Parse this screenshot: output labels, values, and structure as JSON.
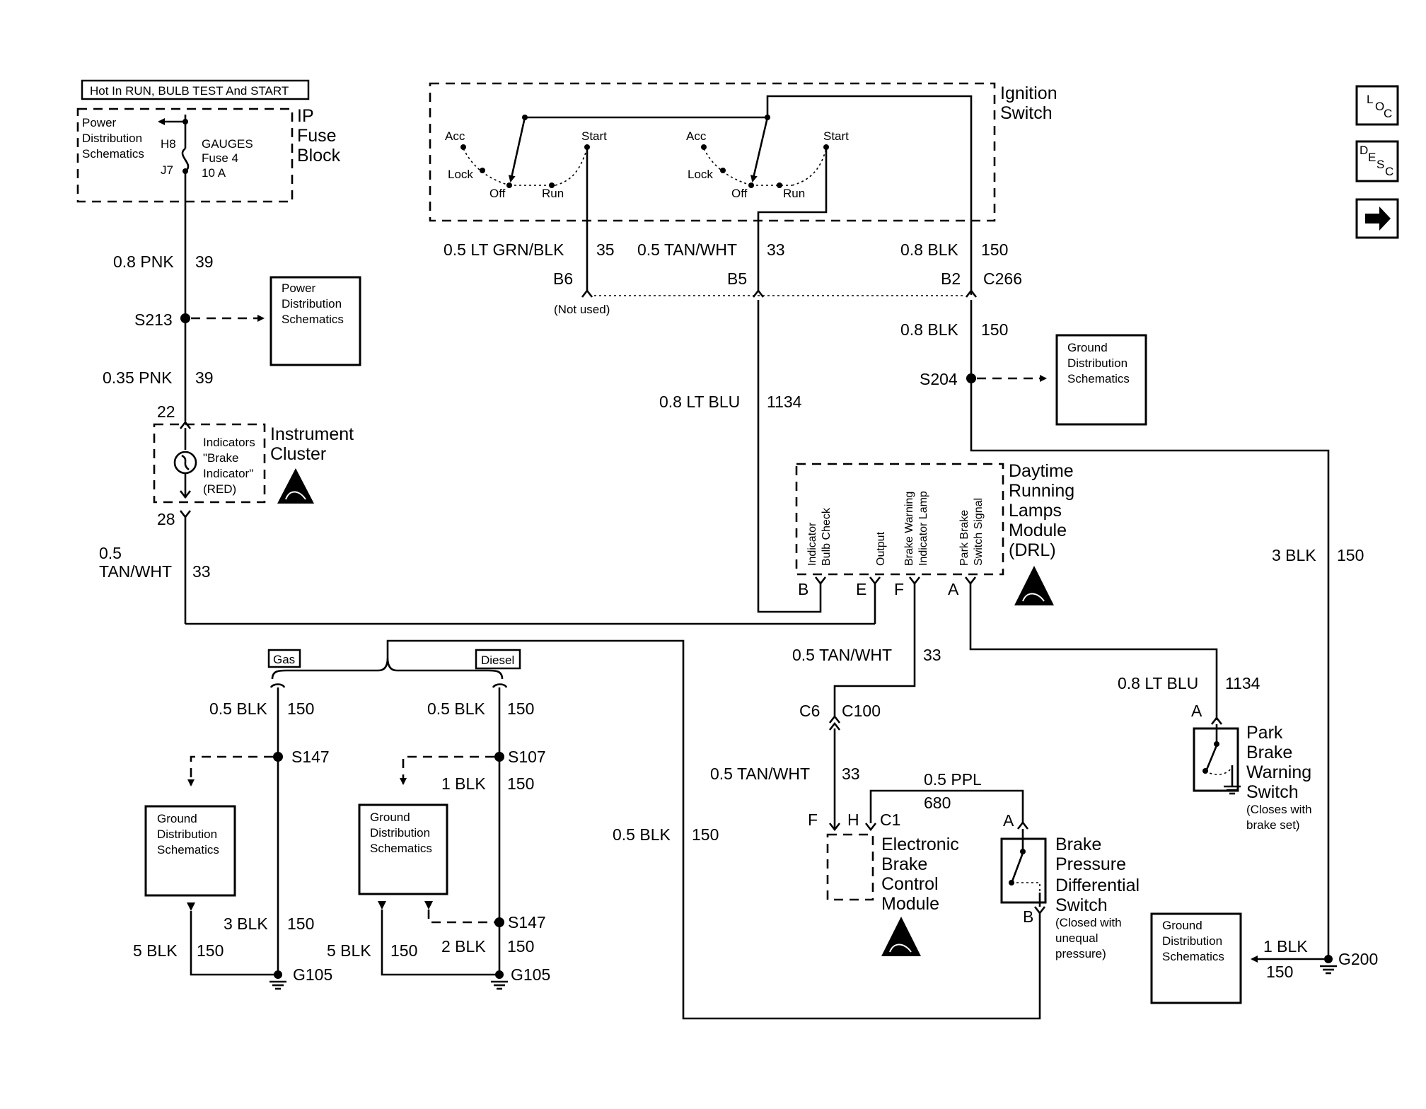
{
  "header": {
    "power_note": "Hot In RUN, BULB TEST And START"
  },
  "ip_fuse_block": {
    "title_lines": [
      "IP",
      "Fuse",
      "Block"
    ],
    "power_dist_lines": [
      "Power",
      "Distribution",
      "Schematics"
    ],
    "h8": "H8",
    "j7": "J7",
    "fuse_lines": [
      "GAUGES",
      "Fuse 4",
      "10 A"
    ]
  },
  "ignition_switch": {
    "title_lines": [
      "Ignition",
      "Switch"
    ],
    "pos": {
      "acc": "Acc",
      "lock": "Lock",
      "off": "Off",
      "run": "Run",
      "start": "Start"
    }
  },
  "ign_wires": {
    "w35": "0.5 LT GRN/BLK",
    "c35": "35",
    "w33": "0.5 TAN/WHT",
    "c33": "33",
    "w150": "0.8 BLK",
    "c150": "150",
    "b6": "B6",
    "b5": "B5",
    "b2": "B2",
    "c266": "C266",
    "not_used": "(Not used)"
  },
  "left_feed": {
    "w1": "0.8 PNK",
    "c1": "39",
    "s213": "S213",
    "w2": "0.35 PNK",
    "c2": "39",
    "pin22": "22",
    "pin28": "28",
    "w3a": "0.5",
    "w3b": "TAN/WHT",
    "c3": "33",
    "pds_lines": [
      "Power",
      "Distribution",
      "Schematics"
    ]
  },
  "instrument_cluster": {
    "title_lines": [
      "Instrument",
      "Cluster"
    ],
    "ind_lines": [
      "Indicators",
      "\"Brake",
      "Indicator\"",
      "(RED)"
    ]
  },
  "right_ground": {
    "w1": "0.8 BLK",
    "c1": "150",
    "s204": "S204",
    "gds_lines": [
      "Ground",
      "Distribution",
      "Schematics"
    ],
    "w_blu": "0.8 LT BLU",
    "c_blu": "1134",
    "w3blk": "3 BLK",
    "c3blk": "150"
  },
  "drl": {
    "title_lines": [
      "Daytime",
      "Running",
      "Lamps",
      "Module",
      "(DRL)"
    ],
    "pin_labels": {
      "b_line1": "Indicator",
      "b_line2": "Bulb Check",
      "e_line1": "Output",
      "f_line1": "Brake Warning",
      "f_line2": "Indicator Lamp",
      "a_line1": "Park Brake",
      "a_line2": "Switch Signal"
    },
    "pins": {
      "b": "B",
      "e": "E",
      "f": "F",
      "a": "A"
    }
  },
  "ebcm_branch": {
    "w1": "0.5 TAN/WHT",
    "c1": "33",
    "c6": "C6",
    "c100": "C100",
    "w2": "0.5 TAN/WHT",
    "c2": "33",
    "ppl": "0.5 PPL",
    "c680": "680",
    "f": "F",
    "h": "H",
    "c1_conn": "C1",
    "ebcm_lines": [
      "Electronic",
      "Brake",
      "Control",
      "Module"
    ],
    "a": "A",
    "b": "B",
    "bpds_lines": [
      "Brake",
      "Pressure",
      "Differential",
      "Switch"
    ],
    "bpds_note": [
      "(Closed with",
      "unequal",
      "pressure)"
    ]
  },
  "park_brake": {
    "w": "0.8 LT BLU",
    "c": "1134",
    "a": "A",
    "title_lines": [
      "Park",
      "Brake",
      "Warning",
      "Switch"
    ],
    "note": [
      "(Closes with",
      "brake set)"
    ]
  },
  "g200": {
    "gds_lines": [
      "Ground",
      "Distribution",
      "Schematics"
    ],
    "w": "1 BLK",
    "c": "150",
    "g": "G200"
  },
  "lower_left": {
    "gas": "Gas",
    "diesel": "Diesel",
    "w_gas": "0.5 BLK",
    "c_gas": "150",
    "w_dsl": "0.5 BLK",
    "c_dsl": "150",
    "s147": "S147",
    "s107": "S107",
    "w1blk": "1 BLK",
    "c1blk": "150",
    "gds_lines": [
      "Ground",
      "Distribution",
      "Schematics"
    ],
    "w3blk": "3 BLK",
    "c3blk": "150",
    "w5blk": "5 BLK",
    "c5blk": "150",
    "w2blk": "2 BLK",
    "c2blk": "150",
    "s147b": "S147",
    "g105": "G105",
    "w_long": "0.5 BLK",
    "c_long": "150"
  },
  "nav": {
    "loc": "LOC",
    "desc": "DESC"
  }
}
